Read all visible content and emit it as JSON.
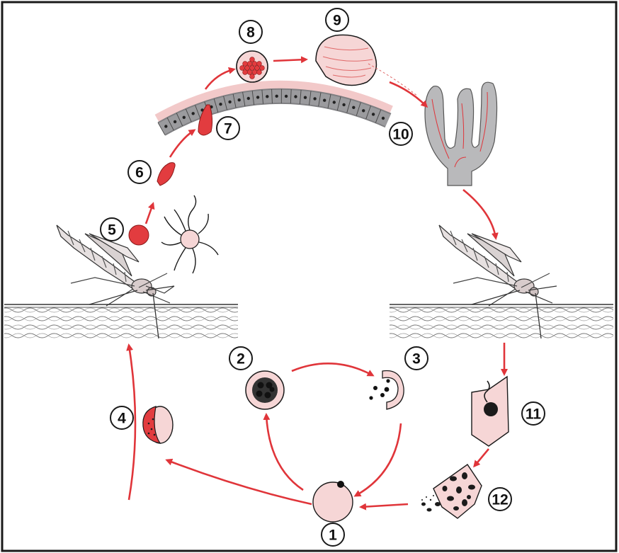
{
  "colors": {
    "frame": "#1a1a1a",
    "arrow": "#e0353a",
    "parasite_red": "#e23c3f",
    "pale_pink": "#f6d6d6",
    "dark_nucleus": "#1b1b1b",
    "gland_gray": "#b9b9bb",
    "skin_line": "#6a6a6a"
  },
  "stages": [
    {
      "number": "1",
      "depicts": "erythrocyte-with-ring"
    },
    {
      "number": "2",
      "depicts": "schizont"
    },
    {
      "number": "3",
      "depicts": "ruptured-cell-merozoites"
    },
    {
      "number": "4",
      "depicts": "gametocyte-in-cell"
    },
    {
      "number": "5",
      "depicts": "zygote"
    },
    {
      "number": "6",
      "depicts": "ookinete"
    },
    {
      "number": "7",
      "depicts": "ookinete-in-gut-wall"
    },
    {
      "number": "8",
      "depicts": "oocyst"
    },
    {
      "number": "9",
      "depicts": "ruptured-oocyst-sporozoites"
    },
    {
      "number": "10",
      "depicts": "salivary-gland"
    },
    {
      "number": "11",
      "depicts": "hepatocyte-with-sporozoite"
    },
    {
      "number": "12",
      "depicts": "ruptured-liver-schizont"
    }
  ],
  "icons": [
    "mosquito-icon",
    "microgamete-icon",
    "skin-tissue-icon"
  ]
}
